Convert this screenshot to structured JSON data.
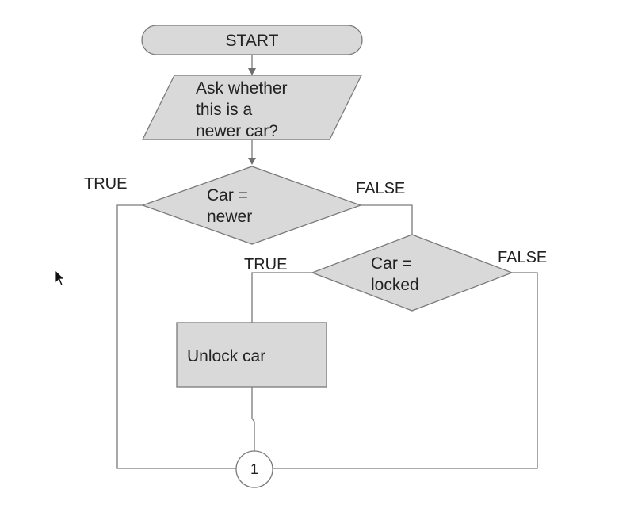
{
  "flowchart": {
    "start": "START",
    "input": {
      "lines": [
        "Ask whether",
        "this is a",
        "newer car?"
      ]
    },
    "decision_newer": {
      "lines": [
        "Car =",
        "newer"
      ],
      "true_label": "TRUE",
      "false_label": "FALSE"
    },
    "decision_locked": {
      "lines": [
        "Car =",
        "locked"
      ],
      "true_label": "TRUE",
      "false_label": "FALSE"
    },
    "process": "Unlock car",
    "connector": "1"
  },
  "colors": {
    "shape_fill": "#d9d9d9",
    "stroke": "#7a7a7a",
    "text": "#222222"
  },
  "icons": {
    "cursor": "mouse-pointer-icon"
  }
}
